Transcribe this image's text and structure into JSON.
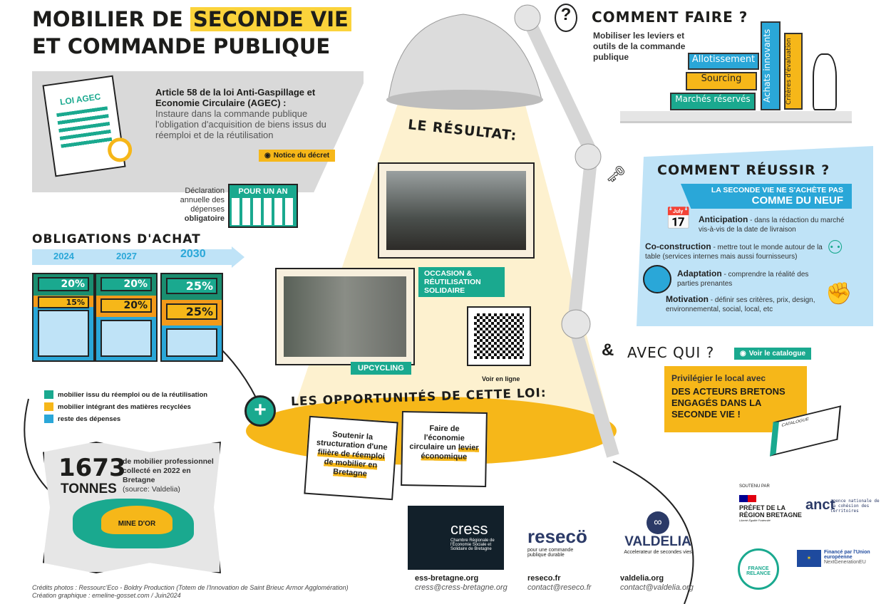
{
  "title": {
    "line1_a": "MOBILIER DE ",
    "line1_hl": "SECONDE VIE",
    "line2": "ET COMMANDE PUBLIQUE"
  },
  "loi": {
    "icon_label": "LOI AGEC",
    "heading": "Article 58 de la loi Anti-Gaspillage et Economie Circulaire (AGEC) :",
    "body": "Instaure dans la commande publique l'obligation d'acquisition de biens issus du réemploi et de la réutilisation",
    "notice": "Notice du décret",
    "declaration_a": "Déclaration annuelle des dépenses",
    "declaration_b": "obligatoire",
    "calendar": "POUR UN AN"
  },
  "obligations": {
    "title": "OBLIGATIONS D'ACHAT",
    "years": [
      {
        "year": "2024",
        "reemploi": "20%",
        "recycle": "15%"
      },
      {
        "year": "2027",
        "reemploi": "20%",
        "recycle": "20%"
      },
      {
        "year": "2030",
        "reemploi": "25%",
        "recycle": "25%"
      }
    ],
    "legend": [
      "mobilier issu du réemploi ou de la réutilisation",
      "mobilier intégrant des matières recyclées",
      "reste des dépenses"
    ]
  },
  "colors": {
    "teal": "#1aa98f",
    "yellow": "#f6b719",
    "blue": "#2aa7d8",
    "lightblue": "#bfe3f7"
  },
  "map": {
    "number": "1673",
    "unit": "TONNES",
    "desc": "de mobilier professionnel collecté en 2022 en Bretagne",
    "source": "(source: Valdelia)",
    "mine": "MINE D'OR"
  },
  "credits": {
    "photos": "Crédits photos :  Ressourc'Eco - Boldry Production (Totem de l'Innovation de Saint Brieuc Armor Agglomération)",
    "design": "Création graphique : emeline-gosset.com / Juin2024"
  },
  "result": {
    "title": "LE RÉSULTAT:",
    "occasion": "OCCASION & RÉUTILISATION SOLIDAIRE",
    "upcycling": "UPCYCLING",
    "qr_label": "Voir en ligne"
  },
  "opportunities": {
    "title": "LES OPPORTUNITÉS DE CETTE LOI:",
    "card1_a": "Soutenir la structuration d'une ",
    "card1_hl": "filière de réemploi de mobilier en Bretagne",
    "card2_a": "Faire de l'économie circulaire un ",
    "card2_hl": "levier économique"
  },
  "faire": {
    "title": "COMMENT FAIRE ?",
    "body": "Mobiliser les leviers et outils de la commande publique",
    "books": [
      "Allotissement",
      "Sourcing",
      "Marchés réservés",
      "Achats innovants",
      "Critères d'évaluation"
    ]
  },
  "reussir": {
    "title": "COMMENT RÉUSSIR ?",
    "banner1": "LA SECONDE VIE NE S'ACHÈTE PAS",
    "banner2": "COMME DU NEUF",
    "items": [
      {
        "name": "Anticipation",
        "text": " - dans la rédaction du marché vis-à-vis de la date de livraison"
      },
      {
        "name": "Co-construction",
        "text": " - mettre tout le monde autour de la table (services internes mais aussi fournisseurs)"
      },
      {
        "name": "Adaptation",
        "text": " - comprendre la réalité des parties prenantes"
      },
      {
        "name": "Motivation",
        "text": " - définir ses critères, prix, design, environnemental, social, local, etc"
      }
    ]
  },
  "qui": {
    "title": "AVEC QUI ?",
    "catalogue": "Voir le catalogue",
    "lead": "Privilégier le local avec",
    "big": "DES ACTEURS BRETONS ENGAGÉS DANS LA SECONDE VIE !",
    "book": "CATALOGUE"
  },
  "partners": [
    {
      "name": "cress",
      "sub": "Chambre Régionale de l'Économie Sociale et Solidaire de Bretagne",
      "site": "ess-bretagne.org",
      "mail": "cress@cress-bretagne.org"
    },
    {
      "name": "resecö",
      "sub": "pour une commande publique durable",
      "site": "reseco.fr",
      "mail": "contact@reseco.fr"
    },
    {
      "name": "VALDELIA",
      "sub": "Accelerateur de secondes vies",
      "site": "valdelia.org",
      "mail": "contact@valdelia.org"
    }
  ],
  "support": {
    "label": "SOUTENU PAR",
    "prefet": "PRÉFET DE LA RÉGION BRETAGNE",
    "devise": "Liberté Égalité Fraternité",
    "anct": "agence nationale de la cohésion des territoires",
    "anct_logo": "anct",
    "relance": "FRANCE RELANCE",
    "eu1": "Financé par l'Union européenne",
    "eu2": "NextGenerationEU"
  }
}
